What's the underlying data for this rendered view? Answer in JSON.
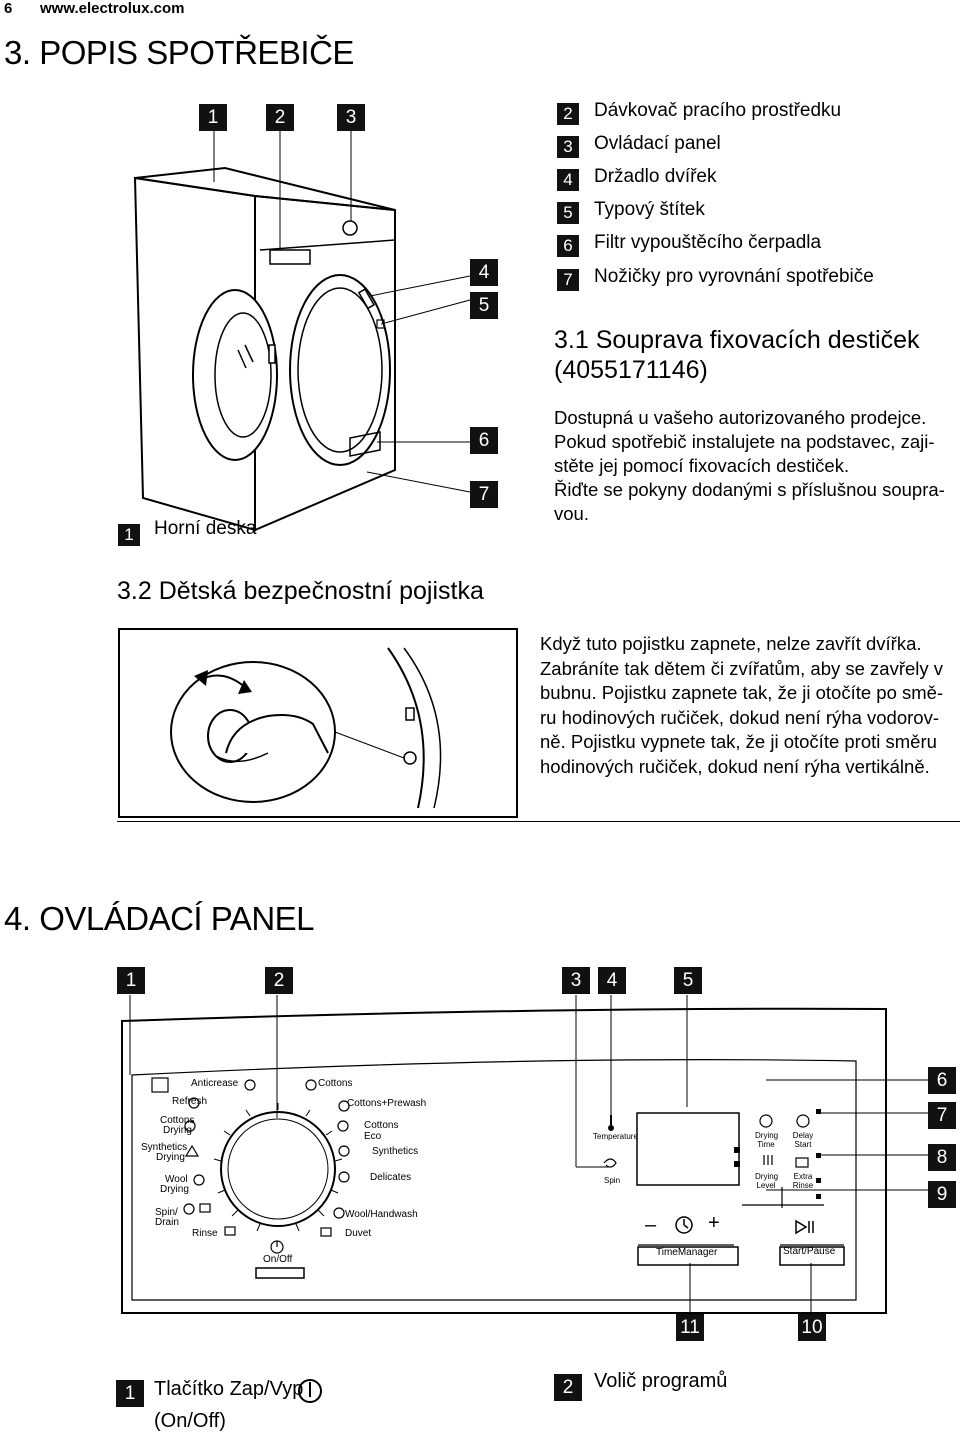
{
  "header": {
    "page_number": "6",
    "url": "www.electrolux.com"
  },
  "section3": {
    "title": "3. POPIS SPOTŘEBIČE",
    "figure_numbers": [
      "1",
      "2",
      "3",
      "4",
      "5",
      "6",
      "7"
    ],
    "callout_1": {
      "num": "1",
      "label": "Horní deska"
    },
    "legend": [
      {
        "num": "2",
        "label": "Dávkovač pracího prostředku"
      },
      {
        "num": "3",
        "label": "Ovládací panel"
      },
      {
        "num": "4",
        "label": "Držadlo dvířek"
      },
      {
        "num": "5",
        "label": "Typový štítek"
      },
      {
        "num": "6",
        "label": "Filtr vypouštěcího čerpadla"
      },
      {
        "num": "7",
        "label": "Nožičky pro vyrovnání spotřebiče"
      }
    ],
    "sub31": {
      "title_line1": "3.1 Souprava fixovacích destiček",
      "title_line2": "(4055171146)",
      "lines": [
        "Dostupná u vašeho autorizovaného prodejce.",
        "Pokud spotřebič instalujete na podstavec, zaji-",
        "stěte jej pomocí fixovacích destiček.",
        "Řiďte se pokyny dodanými s příslušnou soupra-",
        "vou."
      ]
    },
    "sub32": {
      "title": "3.2 Dětská bezpečnostní pojistka",
      "lines": [
        "Když tuto pojistku zapnete, nelze zavřít dvířka.",
        "Zabráníte tak dětem či zvířatům, aby se zavřely v",
        "bubnu. Pojistku zapnete tak, že ji otočíte po smě-",
        "ru hodinových ručiček, dokud není rýha vodorov-",
        "ně. Pojistku vypnete tak, že ji otočíte proti směru",
        "hodinových ručiček, dokud není rýha vertikálně."
      ]
    }
  },
  "section4": {
    "title": "4. OVLÁDACÍ PANEL",
    "callouts_top": [
      "1",
      "2",
      "3",
      "4",
      "5"
    ],
    "callouts_right": [
      "6",
      "7",
      "8",
      "9"
    ],
    "callouts_bottom": [
      "11",
      "10"
    ],
    "panel": {
      "programs_left": [
        "Anticrease",
        "Refresh",
        "Cottons",
        "Drying",
        "Synthetics",
        "Drying",
        "Wool",
        "Drying",
        "Spin/",
        "Drain",
        "Rinse"
      ],
      "programs_right": [
        "Cottons",
        "Cottons+Prewash",
        "Cottons Eco",
        "Synthetics",
        "Delicates",
        "Wool/Handwash",
        "Duvet"
      ],
      "onoff_label": "On/Off",
      "temperature_label": "Temperature",
      "spin_label": "Spin",
      "drying_time": [
        "Drying",
        "Time"
      ],
      "delay_start": [
        "Delay",
        "Start"
      ],
      "drying_level": [
        "Drying",
        "Level"
      ],
      "extra_rinse": [
        "Extra",
        "Rinse"
      ],
      "timemanager_label": "TimeManager",
      "startpause_label": "Start/Pause",
      "minus": "–",
      "plus": "+"
    },
    "legend": [
      {
        "num": "1",
        "label": "Tlačítko Zap/Vyp",
        "label2": "(On/Off)"
      },
      {
        "num": "2",
        "label": "Volič programů"
      }
    ]
  }
}
